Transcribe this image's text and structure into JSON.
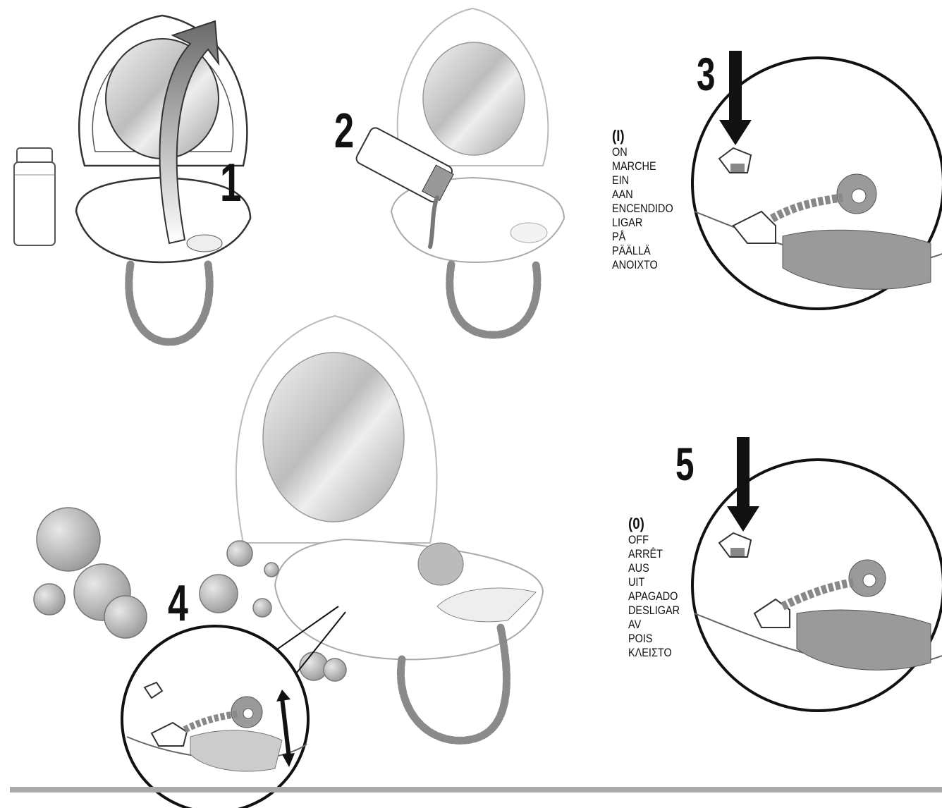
{
  "steps": {
    "s1": "1",
    "s2": "2",
    "s3": "3",
    "s4": "4",
    "s5": "5"
  },
  "on_label": {
    "heading": "(I)",
    "lines": [
      "ON",
      "MARCHE",
      "EIN",
      "AAN",
      "ENCENDIDO",
      "LIGAR",
      "PÅ",
      "PÄÄLLÄ",
      "ANOIXTO"
    ]
  },
  "off_label": {
    "heading": "(0)",
    "lines": [
      "OFF",
      "ARRÊT",
      "AUS",
      "UIT",
      "APAGADO",
      "DESLIGAR",
      "AV",
      "POIS",
      "ΚΛΕΙΣΤΟ"
    ]
  },
  "colors": {
    "line": "#555555",
    "light_line": "#aaaaaa",
    "fill_gray": "#9a9a9a",
    "bar": "#a9a9a9"
  }
}
